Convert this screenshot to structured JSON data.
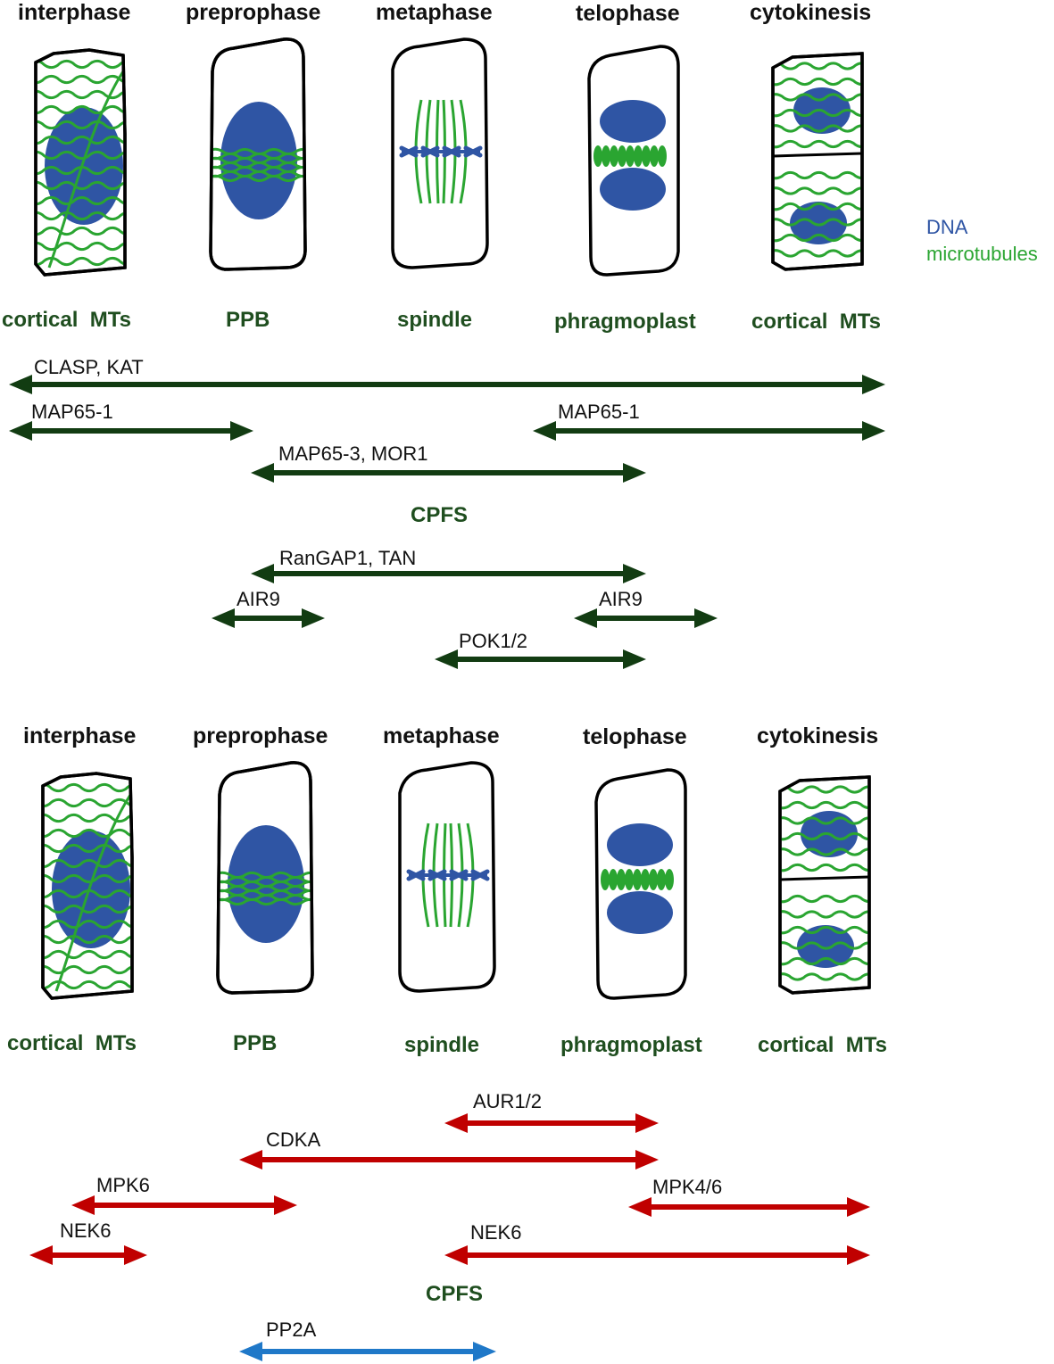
{
  "panels": [
    {
      "phases": [
        "interphase",
        "preprophase",
        "metaphase",
        "telophase",
        "cytokinesis"
      ],
      "structures": [
        "cortical  MTs",
        "PPB",
        "spindle",
        "phragmoplast",
        "cortical  MTs"
      ],
      "cpfs_label": "CPFS",
      "arrows_color": "#123c12",
      "arrows": [
        {
          "label": "CLASP, KAT",
          "color": "#123c12"
        },
        {
          "label": "MAP65-1",
          "color": "#123c12"
        },
        {
          "label": "MAP65-1",
          "color": "#123c12"
        },
        {
          "label": "MAP65-3, MOR1",
          "color": "#123c12"
        },
        {
          "label": "RanGAP1, TAN",
          "color": "#123c12"
        },
        {
          "label": "AIR9",
          "color": "#123c12"
        },
        {
          "label": "AIR9",
          "color": "#123c12"
        },
        {
          "label": "POK1/2",
          "color": "#123c12"
        }
      ]
    },
    {
      "phases": [
        "interphase",
        "preprophase",
        "metaphase",
        "telophase",
        "cytokinesis"
      ],
      "structures": [
        "cortical  MTs",
        "PPB",
        "spindle",
        "phragmoplast",
        "cortical  MTs"
      ],
      "cpfs_label": "CPFS",
      "arrows": [
        {
          "label": "AUR1/2",
          "color": "#c00000"
        },
        {
          "label": "CDKA",
          "color": "#c00000"
        },
        {
          "label": "MPK6",
          "color": "#c00000"
        },
        {
          "label": "MPK4/6",
          "color": "#c00000"
        },
        {
          "label": "NEK6",
          "color": "#c00000"
        },
        {
          "label": "NEK6",
          "color": "#c00000"
        },
        {
          "label": "PP2A",
          "color": "#1f78c8"
        }
      ]
    }
  ],
  "legend": {
    "dna": "DNA",
    "microtubules": "microtubules"
  },
  "colors": {
    "dna": "#2f55a4",
    "microtubules": "#2aa531",
    "structure_text": "#1f4e1f"
  }
}
